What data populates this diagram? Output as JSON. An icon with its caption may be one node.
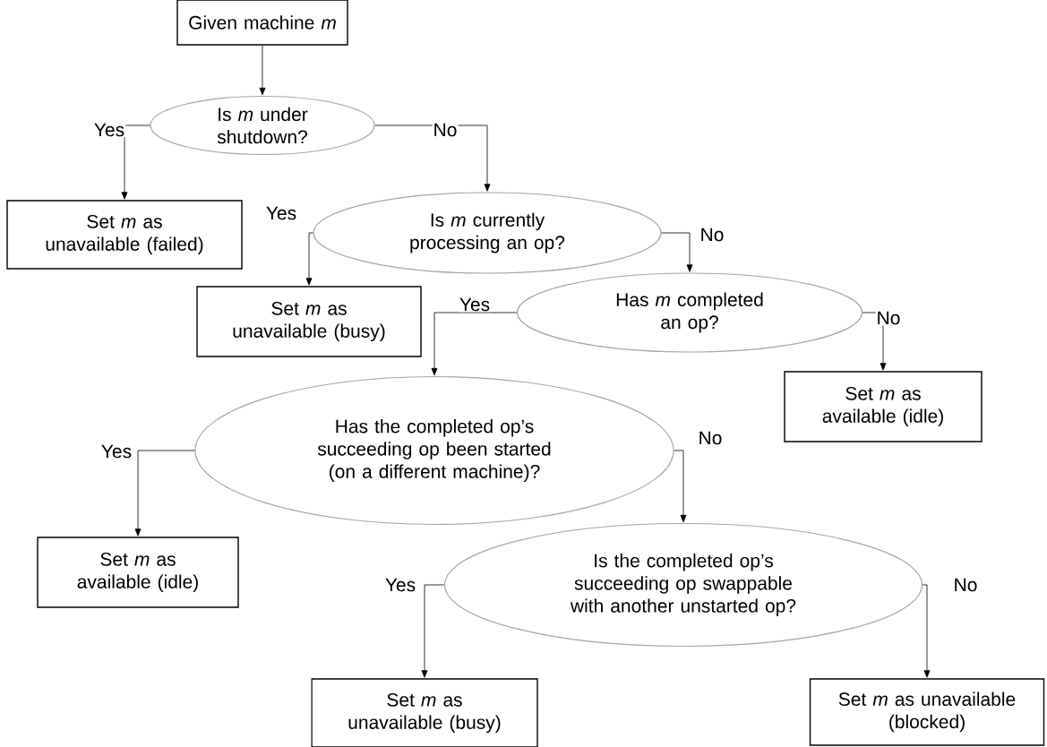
{
  "diagram": {
    "nodes": [
      {
        "text": [
          "Given machine *m*"
        ]
      },
      {
        "text": [
          "Is *m* under shutdown?"
        ]
      },
      {
        "text": [
          "Set *m* as unavailable (failed)"
        ]
      },
      {
        "text": [
          "Is *m* currently processing an op?"
        ]
      },
      {
        "text": [
          "Set *m* as unavailable (busy)"
        ]
      },
      {
        "text": [
          "Has *m* completed an op?"
        ]
      },
      {
        "text": [
          "Set *m* as available (idle)"
        ]
      },
      {
        "text": [
          "Has the completed op’s succeeding op been started (on a different machine)?"
        ]
      },
      {
        "text": [
          "Set *m* as available (idle)"
        ]
      },
      {
        "text": [
          "Is the completed op’s succeeding op swappable with another unstarted op?"
        ]
      },
      {
        "text": [
          "Set *m* as unavailable (busy)"
        ]
      },
      {
        "text": [
          "Set *m* as unavailable (blocked)"
        ]
      }
    ],
    "edges": [
      {
        "from": 0,
        "to": 1,
        "arrow": "to"
      },
      {
        "from": 1,
        "to": 2,
        "arrow": "to",
        "label": "Yes"
      },
      {
        "from": 1,
        "to": 3,
        "arrow": "to",
        "label": "No"
      },
      {
        "from": 3,
        "to": 4,
        "arrow": "to",
        "label": "Yes"
      },
      {
        "from": 3,
        "to": 5,
        "arrow": "to",
        "label": "No"
      },
      {
        "from": 5,
        "to": 7,
        "arrow": "to",
        "label": "Yes"
      },
      {
        "from": 5,
        "to": 6,
        "arrow": "to",
        "label": "No"
      },
      {
        "from": 7,
        "to": 8,
        "arrow": "to",
        "label": "Yes"
      },
      {
        "from": 7,
        "to": 9,
        "arrow": "to",
        "label": "No"
      },
      {
        "from": 9,
        "to": 10,
        "arrow": "to",
        "label": "Yes"
      },
      {
        "from": 9,
        "to": 11,
        "arrow": "to",
        "label": "No"
      }
    ]
  }
}
